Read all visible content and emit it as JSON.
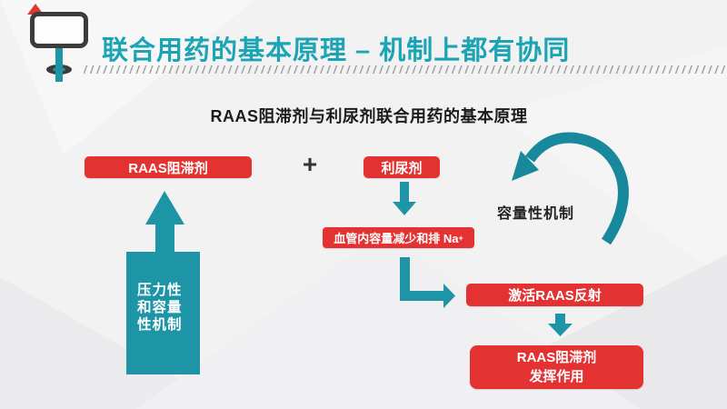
{
  "header": {
    "title": "联合用药的基本原理 – 机制上都有协同"
  },
  "diagram": {
    "subtitle": "RAAS阻滞剂与利尿剂联合用药的基本原理",
    "raas_box": "RAAS阻滞剂",
    "plus": "+",
    "diuretic_box": "利尿剂",
    "volume_mechanism_label": "容量性机制",
    "volume_box_text": "血管内容量减少和排 Na",
    "volume_box_sup": "+",
    "reflex_box": "激活RAAS反射",
    "result_box_line1": "RAAS阻滞剂",
    "result_box_line2": "发挥作用",
    "pressure_block_line1": "压力性",
    "pressure_block_line2": "和容量",
    "pressure_block_line3": "性机制"
  },
  "colors": {
    "title_teal": "#1ba4b4",
    "shape_teal": "#1d95a6",
    "curved_arrow_teal": "#18899c",
    "box_red": "#e43131",
    "corner_red": "#da3a2e",
    "monitor_dark": "#3c3c3c",
    "hatch_gray": "#a3a3a3",
    "background": "#f2f2f3"
  }
}
